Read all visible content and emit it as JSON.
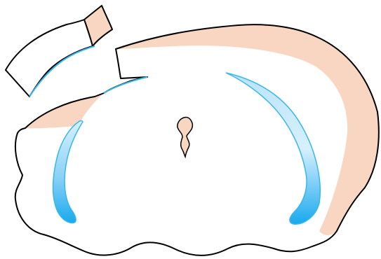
{
  "colors": {
    "background": "#ffffff",
    "outline": "#000000",
    "tissue_fill": "#f9d6c2",
    "ventricle_fill_dark": "#19a9ee",
    "ventricle_fill_light": "#d7f0fd",
    "ventricle_stroke": "#38b7ec"
  },
  "shapes": {
    "whole_section": "coronal-brain-section",
    "left_ventricle": "lateral-ventricle-left",
    "right_ventricle": "lateral-ventricle-right",
    "center_structure": "third-ventricle",
    "removed_piece": "dissected-cortex-piece",
    "lesion_region": "peach-cortical-region"
  }
}
